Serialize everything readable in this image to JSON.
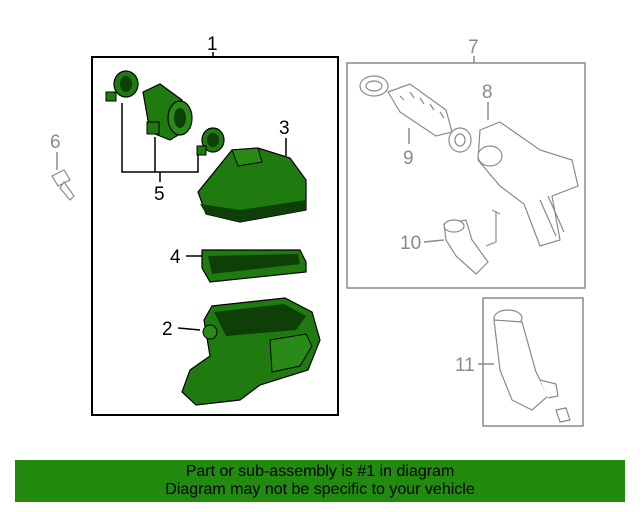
{
  "diagram": {
    "colors": {
      "highlight": "#1f7a0f",
      "highlight_dark": "#0d3f06",
      "gray_line": "#8a8a8a",
      "box_line": "#000000",
      "banner": "#218a0f"
    },
    "labels": {
      "l1": "1",
      "l2": "2",
      "l3": "3",
      "l4": "4",
      "l5": "5",
      "l6": "6",
      "l7": "7",
      "l8": "8",
      "l9": "9",
      "l10": "10",
      "l11": "11"
    }
  },
  "banner": {
    "line1": "Part or sub-assembly is #1 in diagram",
    "line2": "Diagram may not be specific to your vehicle"
  }
}
